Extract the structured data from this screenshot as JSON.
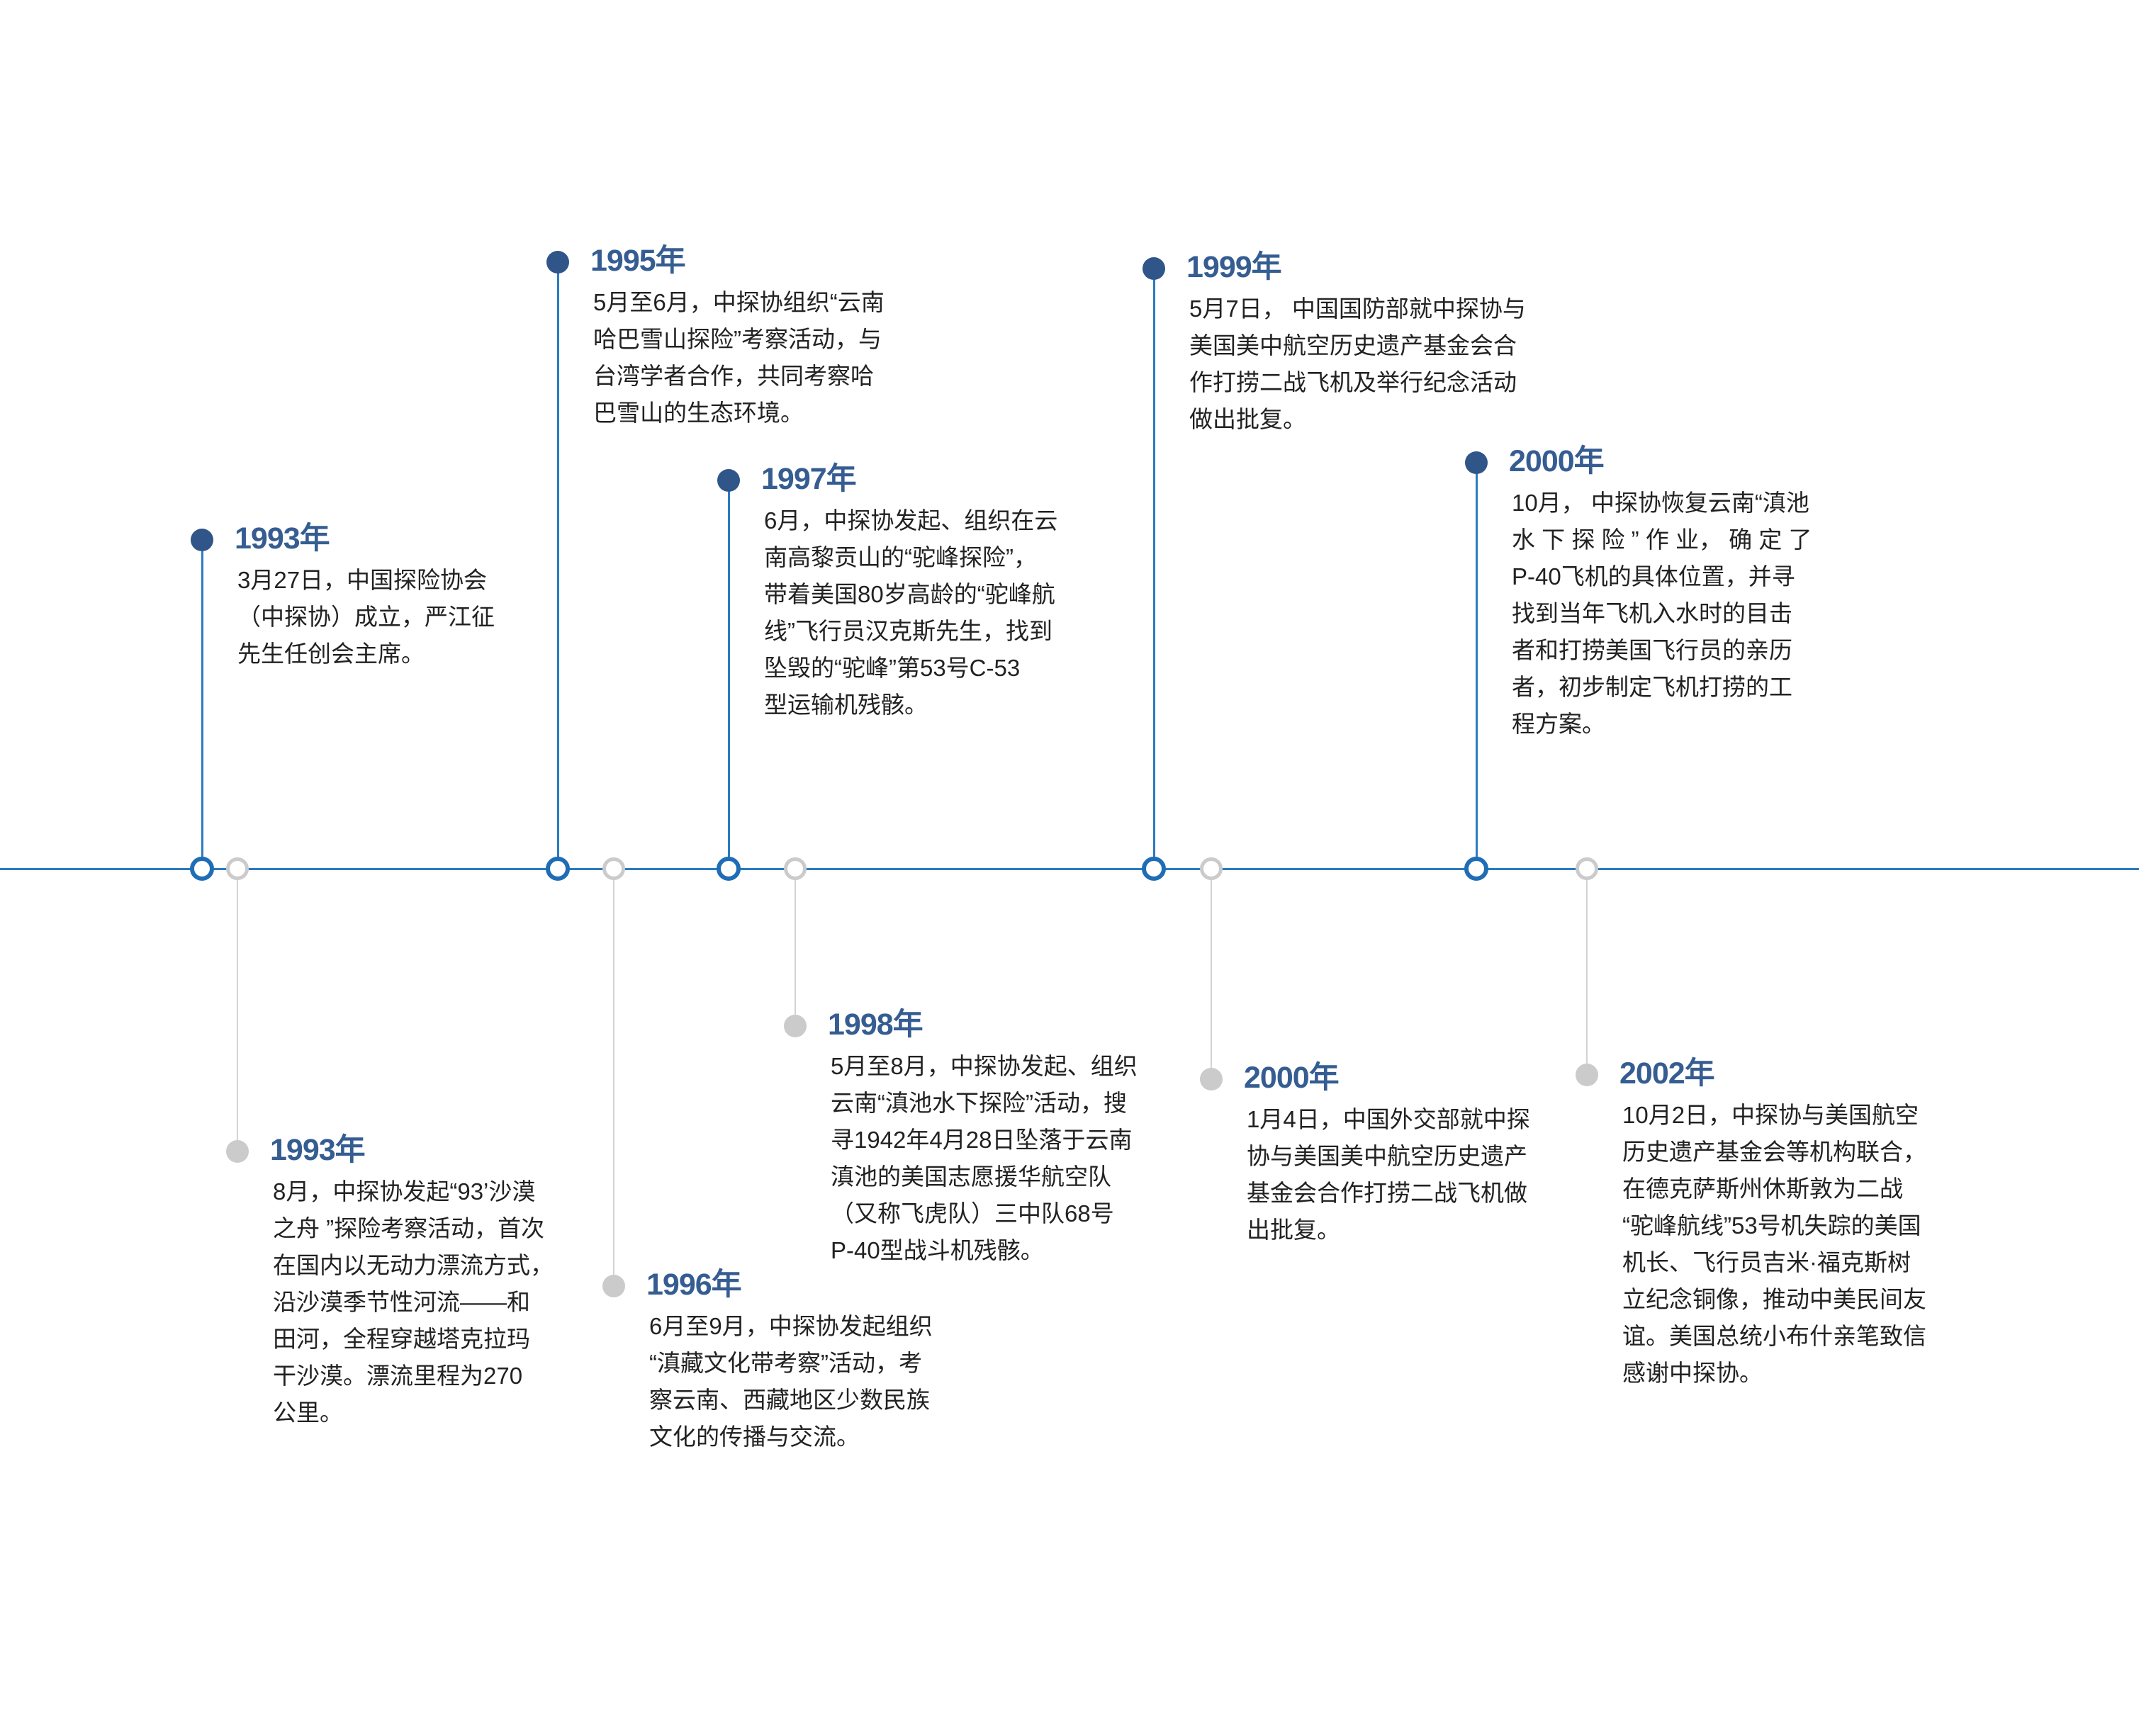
{
  "colors": {
    "axis": "#2b7bc0",
    "title": "#355d92",
    "dot_blue": "#2f5589",
    "grey": "#cbcbcb",
    "text": "#222222"
  },
  "events": [
    {
      "id": "1993-founding",
      "side": "upper",
      "year": "1993年",
      "lines": [
        "3月27日，中国探险协会",
        "（中探协）成立，严江征",
        "先生任创会主席。"
      ]
    },
    {
      "id": "1993-desert",
      "side": "lower",
      "year": "1993年",
      "lines": [
        "8月，中探协发起“93’沙漠",
        "之舟 ”探险考察活动，首次",
        "在国内以无动力漂流方式，",
        "沿沙漠季节性河流——和",
        "田河，全程穿越塔克拉玛",
        "干沙漠。漂流里程为270",
        "公里。"
      ]
    },
    {
      "id": "1995",
      "side": "upper",
      "year": "1995年",
      "lines": [
        "5月至6月，中探协组织“云南",
        "哈巴雪山探险”考察活动，与",
        "台湾学者合作，共同考察哈",
        "巴雪山的生态环境。"
      ]
    },
    {
      "id": "1996",
      "side": "lower",
      "year": "1996年",
      "lines": [
        "6月至9月，中探协发起组织",
        "“滇藏文化带考察”活动，考",
        "察云南、西藏地区少数民族",
        "文化的传播与交流。"
      ]
    },
    {
      "id": "1997",
      "side": "upper",
      "year": "1997年",
      "lines": [
        "6月，中探协发起、组织在云",
        "南高黎贡山的“驼峰探险”，",
        "带着美国80岁高龄的“驼峰航",
        "线”飞行员汉克斯先生，找到",
        "坠毁的“驼峰”第53号C-53",
        "型运输机残骸。"
      ]
    },
    {
      "id": "1998",
      "side": "lower",
      "year": "1998年",
      "lines": [
        "5月至8月，中探协发起、组织",
        "云南“滇池水下探险”活动，搜",
        "寻1942年4月28日坠落于云南",
        "滇池的美国志愿援华航空队",
        "（又称飞虎队）三中队68号",
        "P-40型战斗机残骸。"
      ]
    },
    {
      "id": "1999",
      "side": "upper",
      "year": "1999年",
      "lines": [
        "5月7日， 中国国防部就中探协与",
        "美国美中航空历史遗产基金会合",
        "作打捞二战飞机及举行纪念活动",
        "做出批复。"
      ]
    },
    {
      "id": "2000-jan",
      "side": "lower",
      "year": "2000年",
      "lines": [
        "1月4日，中国外交部就中探",
        "协与美国美中航空历史遗产",
        "基金会合作打捞二战飞机做",
        "出批复。"
      ]
    },
    {
      "id": "2000-oct",
      "side": "upper",
      "year": "2000年",
      "lines": [
        "10月， 中探协恢复云南“滇池",
        "水 下 探 险 ” 作 业， 确 定 了",
        "P-40飞机的具体位置，并寻",
        "找到当年飞机入水时的目击",
        "者和打捞美国飞行员的亲历",
        "者，初步制定飞机打捞的工",
        "程方案。"
      ]
    },
    {
      "id": "2002",
      "side": "lower",
      "year": "2002年",
      "lines": [
        "10月2日，中探协与美国航空",
        "历史遗产基金会等机构联合，",
        "在德克萨斯州休斯敦为二战",
        "“驼峰航线”53号机失踪的美国",
        "机长、飞行员吉米·福克斯树",
        "立纪念铜像，推动中美民间友",
        "谊。美国总统小布什亲笔致信",
        "感谢中探协。"
      ]
    }
  ]
}
